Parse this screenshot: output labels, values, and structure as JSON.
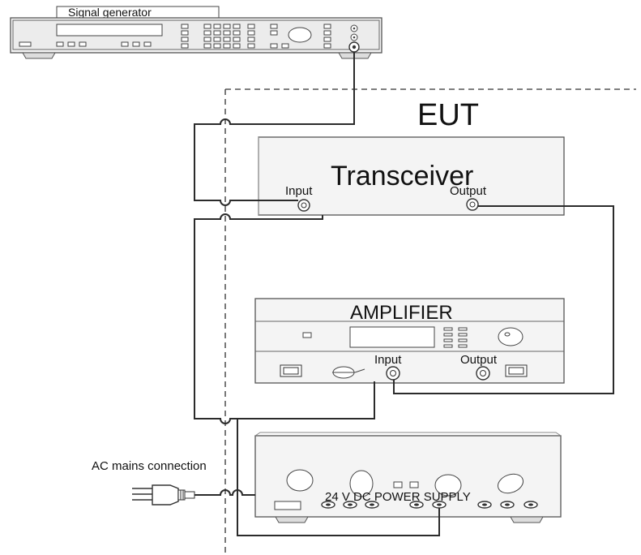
{
  "labels": {
    "signal_generator": "Signal generator",
    "eut": "EUT",
    "transceiver": "Transceiver",
    "transceiver_input": "Input",
    "transceiver_output": "Output",
    "amplifier": "AMPLIFIER",
    "amplifier_input": "Input",
    "amplifier_output": "Output",
    "ac_mains": "AC mains connection",
    "power_supply": "24 V DC POWER SUPPLY"
  }
}
